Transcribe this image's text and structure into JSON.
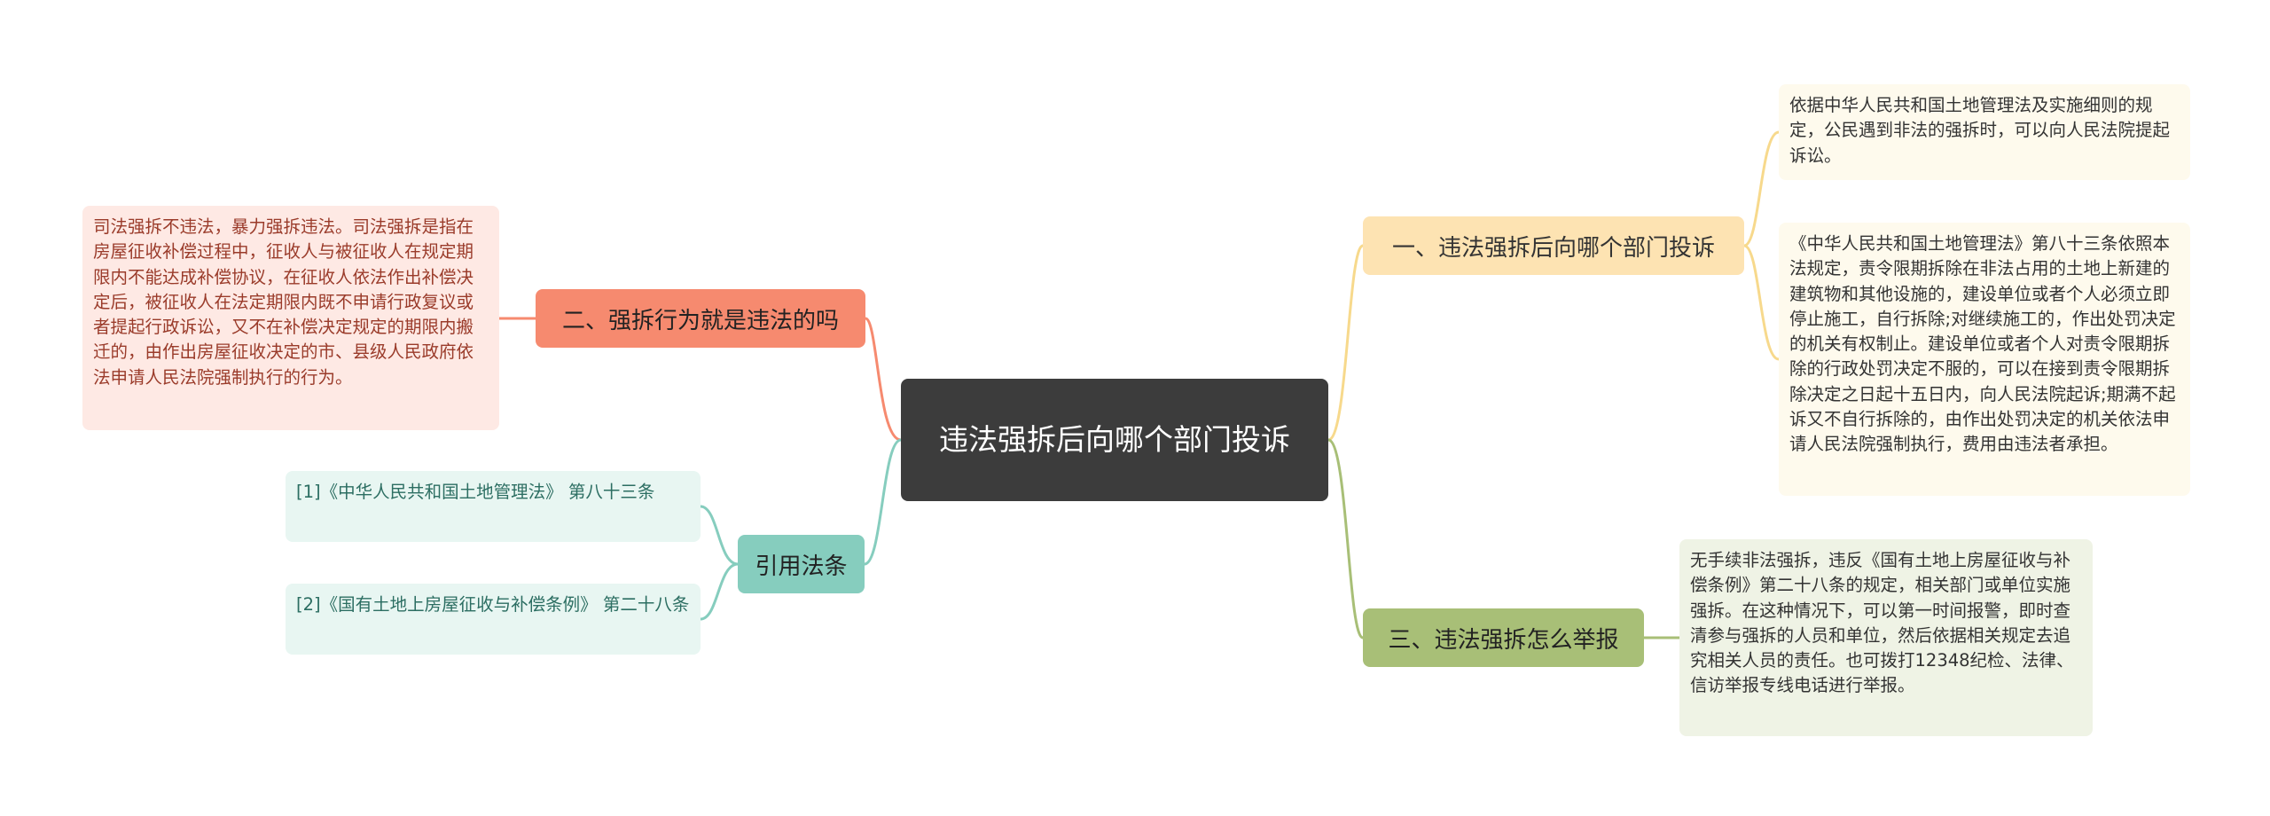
{
  "colors": {
    "root": "#3c3c3c",
    "branch_1": "#fde3b2",
    "branch_2": "#f68a6f",
    "branch_cite": "#86cdbe",
    "branch_3": "#a8bf77",
    "link_1": "#f7d98c",
    "link_2": "#f68a6f",
    "link_cite": "#86cdbe",
    "link_3": "#a8bf77"
  },
  "root": {
    "label": "违法强拆后向哪个部门投诉"
  },
  "branches": [
    {
      "label": "一、违法强拆后向哪个部门投诉",
      "leaves": [
        "依据中华人民共和国土地管理法及实施细则的规定，公民遇到非法的强拆时，可以向人民法院提起诉讼。",
        "《中华人民共和国土地管理法》第八十三条依照本法规定，责令限期拆除在非法占用的土地上新建的建筑物和其他设施的，建设单位或者个人必须立即停止施工，自行拆除;对继续施工的，作出处罚决定的机关有权制止。建设单位或者个人对责令限期拆除的行政处罚决定不服的，可以在接到责令限期拆除决定之日起十五日内，向人民法院起诉;期满不起诉又不自行拆除的，由作出处罚决定的机关依法申请人民法院强制执行，费用由违法者承担。"
      ]
    },
    {
      "label": "二、强拆行为就是违法的吗",
      "leaves": [
        "司法强拆不违法，暴力强拆违法。司法强拆是指在房屋征收补偿过程中，征收人与被征收人在规定期限内不能达成补偿协议，在征收人依法作出补偿决定后，被征收人在法定期限内既不申请行政复议或者提起行政诉讼，又不在补偿决定规定的期限内搬迁的，由作出房屋征收决定的市、县级人民政府依法申请人民法院强制执行的行为。"
      ]
    },
    {
      "label": "引用法条",
      "leaves": [
        "[1]《中华人民共和国土地管理法》 第八十三条",
        "[2]《国有土地上房屋征收与补偿条例》 第二十八条"
      ]
    },
    {
      "label": "三、违法强拆怎么举报",
      "leaves": [
        "无手续非法强拆，违反《国有土地上房屋征收与补偿条例》第二十八条的规定，相关部门或单位实施强拆。在这种情况下，可以第一时间报警，即时查清参与强拆的人员和单位，然后依据相关规定去追究相关人员的责任。也可拨打12348纪检、法律、信访举报专线电话进行举报。"
      ]
    }
  ]
}
